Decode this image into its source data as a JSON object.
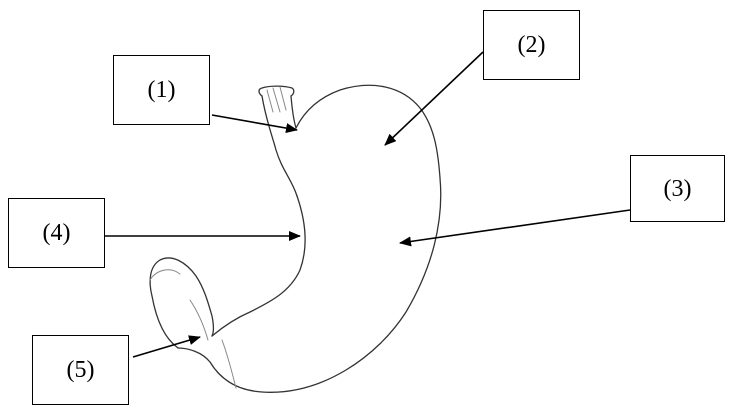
{
  "labels": {
    "one": "(1)",
    "two": "(2)",
    "three": "(3)",
    "four": "(4)",
    "five": "(5)"
  },
  "colors": {
    "line": "#000000",
    "outline": "#333333",
    "shade": "#888888"
  }
}
